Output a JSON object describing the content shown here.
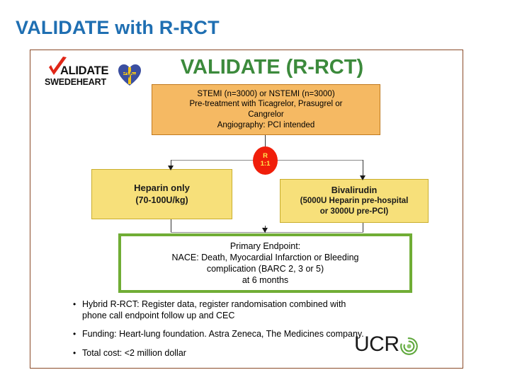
{
  "slide": {
    "title": "VALIDATE with R-RCT"
  },
  "figure": {
    "heading": "VALIDATE (R-RCT)",
    "brand": {
      "validate_label": "ALIDATE",
      "swedeheart_label": "SWEDEHEART",
      "check_icon": "red-check-icon",
      "heart_icon": "swedish-heart-icon"
    },
    "population_box": {
      "line1": "STEMI (n=3000) or NSTEMI (n=3000)",
      "line2": "Pre-treatment with Ticagrelor, Prasugrel or",
      "line3": "Cangrelor",
      "line4": "Angiography: PCI intended"
    },
    "randomisation": {
      "label": "R",
      "ratio": "1:1"
    },
    "arm_left": {
      "title": "Heparin only",
      "detail": "(70-100U/kg)"
    },
    "arm_right": {
      "title": "Bivalirudin",
      "detail1": "(5000U Heparin pre-hospital",
      "detail2": "or 3000U pre-PCI)"
    },
    "endpoint_box": {
      "line1": "Primary Endpoint:",
      "line2": "NACE: Death, Myocardial Infarction or Bleeding",
      "line3": "complication (BARC 2, 3 or 5)",
      "line4": "at 6 months"
    },
    "bullets": [
      {
        "marker": "•",
        "line1": "Hybrid R-RCT: Register data, register randomisation",
        "line2": "combined with phone call endpoint follow up and CEC"
      },
      {
        "marker": "•",
        "line1": "Funding: Heart-lung foundation. Astra Zeneca, The",
        "line2": "Medicines company."
      },
      {
        "marker": "•",
        "line1": "Total cost: <2 million dollar",
        "line2": ""
      }
    ],
    "ucr": {
      "text": "UCR",
      "mark_icon": "ucr-swirl-icon"
    }
  },
  "colors": {
    "title_blue": "#1F6FB2",
    "heading_green": "#3C8A3C",
    "population_orange": "#F5B963",
    "arm_yellow": "#F7E07A",
    "endpoint_green": "#70AD35",
    "randomisation_red": "#F01E0A",
    "randomisation_text": "#FFE84D",
    "frame_brown": "#8A4A28",
    "ucr_green": "#5FA83C"
  }
}
